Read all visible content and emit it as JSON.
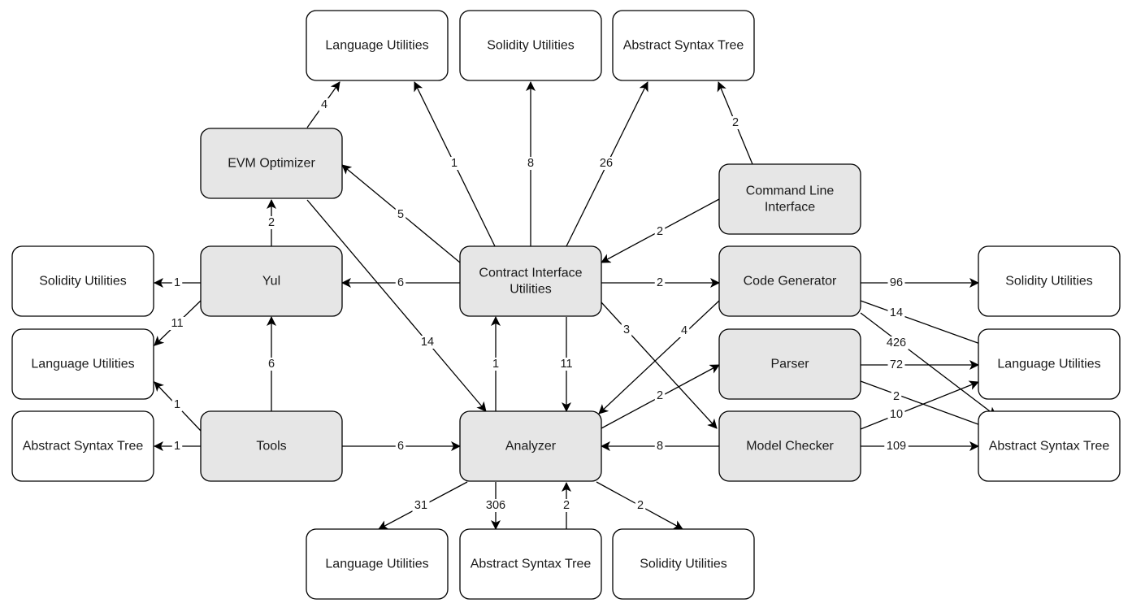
{
  "diagram": {
    "colors": {
      "internal_fill": "#e6e6e6",
      "external_fill": "#ffffff",
      "stroke": "#000000",
      "text": "#1a1a1a"
    },
    "nodes": [
      {
        "id": "lang-top",
        "lines": [
          "Language Utilities"
        ],
        "kind": "external"
      },
      {
        "id": "sol-top",
        "lines": [
          "Solidity Utilities"
        ],
        "kind": "external"
      },
      {
        "id": "ast-top",
        "lines": [
          "Abstract Syntax Tree"
        ],
        "kind": "external"
      },
      {
        "id": "evm",
        "lines": [
          "EVM Optimizer"
        ],
        "kind": "internal"
      },
      {
        "id": "cli",
        "lines": [
          "Command Line",
          "Interface"
        ],
        "kind": "internal"
      },
      {
        "id": "sol-left",
        "lines": [
          "Solidity Utilities"
        ],
        "kind": "external"
      },
      {
        "id": "yul",
        "lines": [
          "Yul"
        ],
        "kind": "internal"
      },
      {
        "id": "ciu",
        "lines": [
          "Contract Interface",
          "Utilities"
        ],
        "kind": "internal"
      },
      {
        "id": "codegen",
        "lines": [
          "Code Generator"
        ],
        "kind": "internal"
      },
      {
        "id": "sol-right",
        "lines": [
          "Solidity Utilities"
        ],
        "kind": "external"
      },
      {
        "id": "lang-left",
        "lines": [
          "Language Utilities"
        ],
        "kind": "external"
      },
      {
        "id": "parser",
        "lines": [
          "Parser"
        ],
        "kind": "internal"
      },
      {
        "id": "lang-right",
        "lines": [
          "Language Utilities"
        ],
        "kind": "external"
      },
      {
        "id": "ast-left",
        "lines": [
          "Abstract Syntax Tree"
        ],
        "kind": "external"
      },
      {
        "id": "tools",
        "lines": [
          "Tools"
        ],
        "kind": "internal"
      },
      {
        "id": "analyzer",
        "lines": [
          "Analyzer"
        ],
        "kind": "internal"
      },
      {
        "id": "model",
        "lines": [
          "Model Checker"
        ],
        "kind": "internal"
      },
      {
        "id": "ast-right",
        "lines": [
          "Abstract Syntax Tree"
        ],
        "kind": "external"
      },
      {
        "id": "lang-bottom",
        "lines": [
          "Language Utilities"
        ],
        "kind": "external"
      },
      {
        "id": "ast-bottom",
        "lines": [
          "Abstract Syntax Tree"
        ],
        "kind": "external"
      },
      {
        "id": "sol-bottom",
        "lines": [
          "Solidity Utilities"
        ],
        "kind": "external"
      }
    ],
    "edges": [
      {
        "from": "evm",
        "to": "lang-top",
        "label": "4"
      },
      {
        "from": "ciu",
        "to": "lang-top",
        "label": "1"
      },
      {
        "from": "ciu",
        "to": "sol-top",
        "label": "8"
      },
      {
        "from": "ciu",
        "to": "ast-top",
        "label": "26"
      },
      {
        "from": "cli",
        "to": "ast-top",
        "label": "2"
      },
      {
        "from": "ciu",
        "to": "evm",
        "label": "5"
      },
      {
        "from": "cli",
        "to": "ciu",
        "label": "2"
      },
      {
        "from": "yul",
        "to": "evm",
        "label": "2"
      },
      {
        "from": "yul",
        "to": "sol-left",
        "label": "1"
      },
      {
        "from": "ciu",
        "to": "yul",
        "label": "6"
      },
      {
        "from": "ciu",
        "to": "codegen",
        "label": "2"
      },
      {
        "from": "codegen",
        "to": "sol-right",
        "label": "96"
      },
      {
        "from": "yul",
        "to": "lang-left",
        "label": "11"
      },
      {
        "from": "evm",
        "to": "analyzer",
        "label": "14"
      },
      {
        "from": "ciu",
        "to": "model",
        "label": "3"
      },
      {
        "from": "codegen",
        "to": "analyzer",
        "label": "4"
      },
      {
        "from": "codegen",
        "to": "lang-right",
        "label": "14"
      },
      {
        "from": "codegen",
        "to": "ast-right",
        "label": "426"
      },
      {
        "from": "tools",
        "to": "yul",
        "label": "6"
      },
      {
        "from": "analyzer",
        "to": "ciu",
        "label": "1"
      },
      {
        "from": "ciu",
        "to": "analyzer",
        "label": "11"
      },
      {
        "from": "parser",
        "to": "lang-right",
        "label": "72"
      },
      {
        "from": "tools",
        "to": "lang-left",
        "label": "1"
      },
      {
        "from": "analyzer",
        "to": "parser",
        "label": "2"
      },
      {
        "from": "parser",
        "to": "ast-right",
        "label": "2"
      },
      {
        "from": "model",
        "to": "lang-right",
        "label": "10"
      },
      {
        "from": "tools",
        "to": "ast-left",
        "label": "1"
      },
      {
        "from": "tools",
        "to": "analyzer",
        "label": "6"
      },
      {
        "from": "model",
        "to": "analyzer",
        "label": "8"
      },
      {
        "from": "model",
        "to": "ast-right",
        "label": "109"
      },
      {
        "from": "analyzer",
        "to": "lang-bottom",
        "label": "31"
      },
      {
        "from": "analyzer",
        "to": "ast-bottom",
        "label": "306"
      },
      {
        "from": "ast-bottom",
        "to": "analyzer",
        "label": "2"
      },
      {
        "from": "analyzer",
        "to": "sol-bottom",
        "label": "2"
      }
    ]
  }
}
